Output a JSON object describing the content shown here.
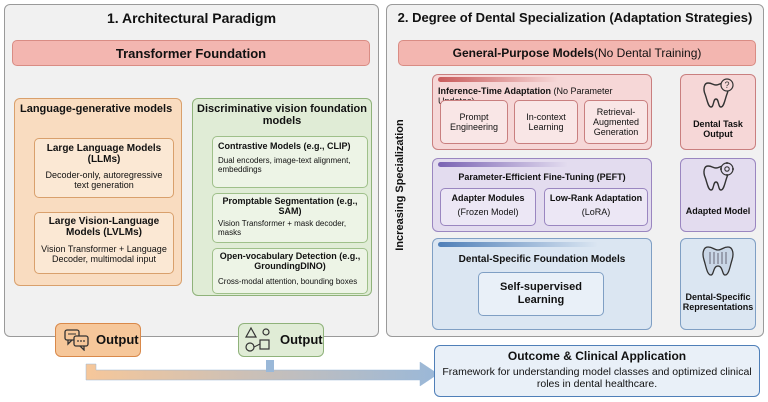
{
  "left": {
    "title": "1. Architectural Paradigm",
    "foundation": "Transformer Foundation",
    "lang": {
      "header": "Language-generative models",
      "llm_title": "Large Language Models (LLMs)",
      "llm_desc": "Decoder-only, autoregressive text generation",
      "lvlm_title": "Large Vision-Language Models (LVLMs)",
      "lvlm_desc": "Vision Transformer + Language Decoder, multimodal input"
    },
    "vision": {
      "header": "Discriminative vision foundation models",
      "clip_title": "Contrastive Models (e.g., CLIP)",
      "clip_desc": "Dual encoders, image-text alignment, embeddings",
      "sam_title": "Promptable Segmentation (e.g., SAM)",
      "sam_desc": "Vision Transformer + mask decoder, masks",
      "dino_title": "Open-vocabulary Detection (e.g., GroundingDINO)",
      "dino_desc": "Cross-modal attention, bounding boxes"
    },
    "output_left": "Output",
    "output_right": "Output"
  },
  "right": {
    "title": "2. Degree of Dental Specialization (Adaptation Strategies)",
    "general_bold": "General-Purpose Models",
    "general_rest": " (No Dental Training)",
    "axis_label": "Increasing Specialization",
    "inference": {
      "title_bold": "Inference-Time Adaptation",
      "title_rest": " (No Parameter Updates)",
      "items": [
        "Prompt Engineering",
        "In-context Learning",
        "Retrieval-Augmented Generation"
      ],
      "output": "Dental Task Output"
    },
    "peft": {
      "title": "Parameter-Efficient Fine-Tuning (PEFT)",
      "item1_title": "Adapter Modules",
      "item1_sub": "(Frozen Model)",
      "item2_title": "Low-Rank Adaptation",
      "item2_sub": "(LoRA)",
      "output": "Adapted Model"
    },
    "dental": {
      "title": "Dental-Specific Foundation Models",
      "item": "Self-supervised Learning",
      "output": "Dental-Specific Representations"
    }
  },
  "outcome": {
    "title": "Outcome & Clinical Application",
    "desc": "Framework for understanding model classes and optimized clinical roles in dental healthcare."
  },
  "colors": {
    "salmon": "#f3b6b0",
    "orange": "#f0a45e",
    "green": "#9fc08a",
    "pink": "#e6a2a2",
    "purple": "#a18fcc",
    "blue": "#7fa3cc"
  }
}
